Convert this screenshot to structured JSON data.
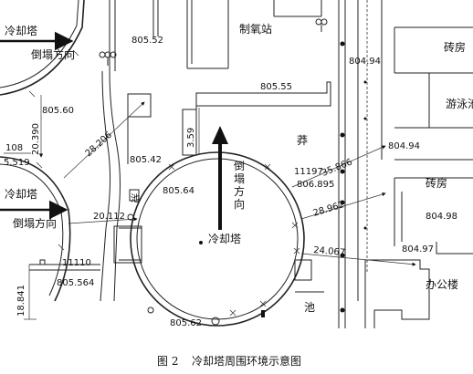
{
  "labels": {
    "cooling_tower_top_left": "冷却塔",
    "collapse_dir_top_left": "倒塌方向",
    "cooling_tower_mid_left": "冷却塔",
    "collapse_dir_mid_left": "倒塌方向",
    "main_tower": "冷却塔",
    "main_collapse_dir": "倒\n塌\n方\n向",
    "oxygen_station": "制氧站",
    "brick_house_top": "砖房",
    "swimming_pool": "游泳池",
    "brick_house_mid": "砖房",
    "office_building": "办公楼",
    "pool_char_top": "莽",
    "pool_char_bottom": "池",
    "small_pool": "池"
  },
  "elevations": {
    "e805_52": "805.52",
    "e804_94_top": "804.94",
    "e805_55": "805.55",
    "e805_60": "805.60",
    "e805_42": "805.42",
    "e805_64": "805.64",
    "e806_895": "806.895",
    "e804_94_mid": "804.94",
    "e804_98": "804.98",
    "e804_97": "804.97",
    "e805_564": "805.564",
    "e805_62": "805.62",
    "e108": "108",
    "e5_519": "5.519"
  },
  "dimensions": {
    "d20_390": "20.390",
    "d28_206": "28.206",
    "d3_59": "3.59",
    "d11197": "11197",
    "d35_866": "35.866",
    "d28_962": "28.962",
    "d20_112": "20.112",
    "d24_067": "24.067",
    "d11110": "11110",
    "d18_841": "18.841"
  },
  "caption": {
    "number": "图 2",
    "title": "冷却塔周围环境示意图"
  },
  "colors": {
    "ink": "#111111",
    "background": "#ffffff"
  }
}
